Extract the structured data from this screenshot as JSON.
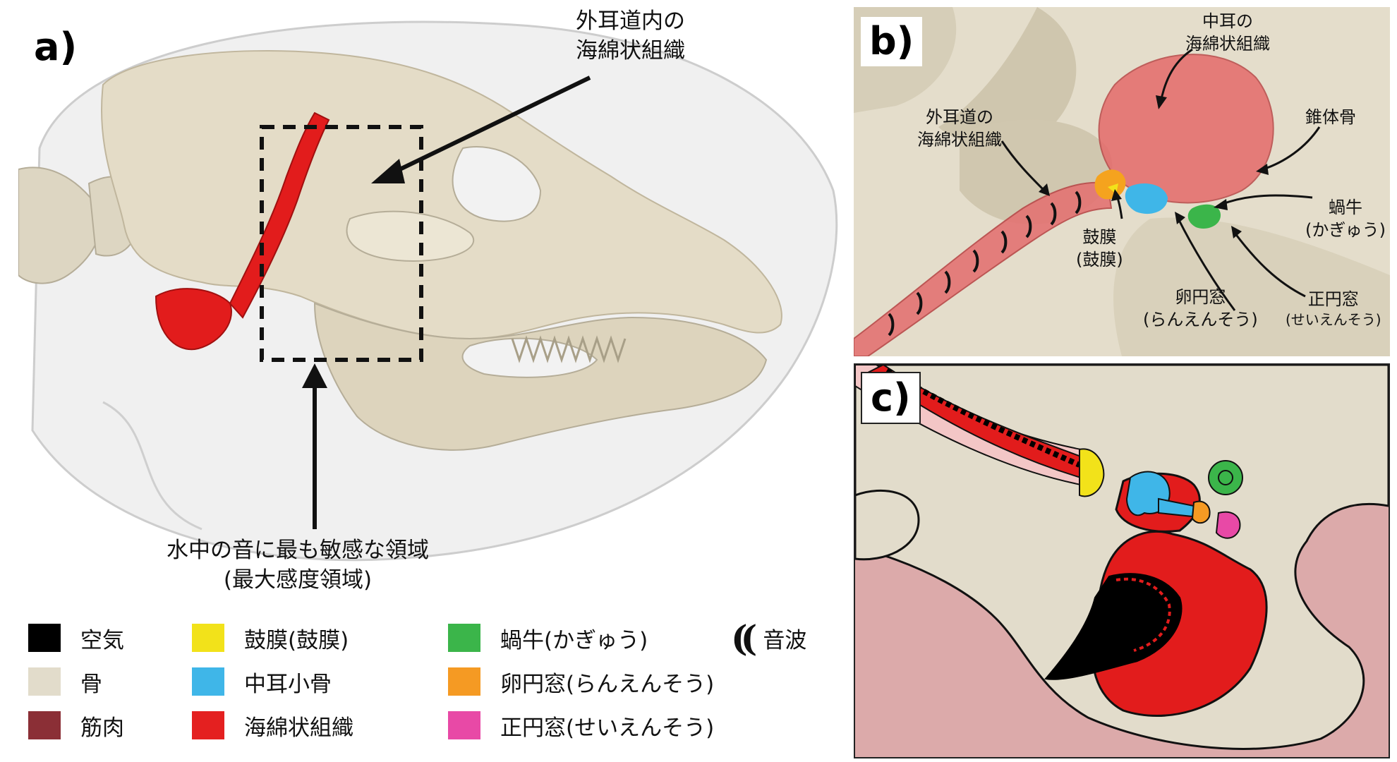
{
  "panels": {
    "a": {
      "label": "a)",
      "callout_top": [
        "外耳道内の",
        "海綿状組織"
      ],
      "callout_bottom": [
        "水中の音に最も敏感な領域",
        "(最大感度領域)"
      ]
    },
    "b": {
      "label": "b)",
      "middle_ear_fat": [
        "中耳の",
        "海綿状組織"
      ],
      "canal_fat": [
        "外耳道の",
        "海綿状組織"
      ],
      "stapes": "錐体骨",
      "eardrum": [
        "鼓膜",
        "(鼓膜)"
      ],
      "oval_window": [
        "卵円窓",
        "(らんえんそう)"
      ],
      "cochlea": [
        "蝸牛",
        "(かぎゅう)"
      ],
      "round_window": [
        "正円窓",
        "(せいえんそう)"
      ]
    },
    "c": {
      "label": "c)"
    }
  },
  "legend": [
    {
      "label": "空気",
      "color": "#000000"
    },
    {
      "label": "骨",
      "color": "#e2dccb"
    },
    {
      "label": "筋肉",
      "color": "#8b2f36"
    },
    {
      "label": "鼓膜(鼓膜)",
      "color": "#f2e21a"
    },
    {
      "label": "中耳小骨",
      "color": "#3fb6e8"
    },
    {
      "label": "海綿状組織",
      "color": "#e42020"
    },
    {
      "label": "蝸牛(かぎゅう)",
      "color": "#3bb54a"
    },
    {
      "label": "卵円窓(らんえんそう)",
      "color": "#f59a23"
    },
    {
      "label": "正円窓(せいえんそう)",
      "color": "#e849a6"
    }
  ],
  "legend_wave": {
    "symbol": "((",
    "label": "音波"
  }
}
